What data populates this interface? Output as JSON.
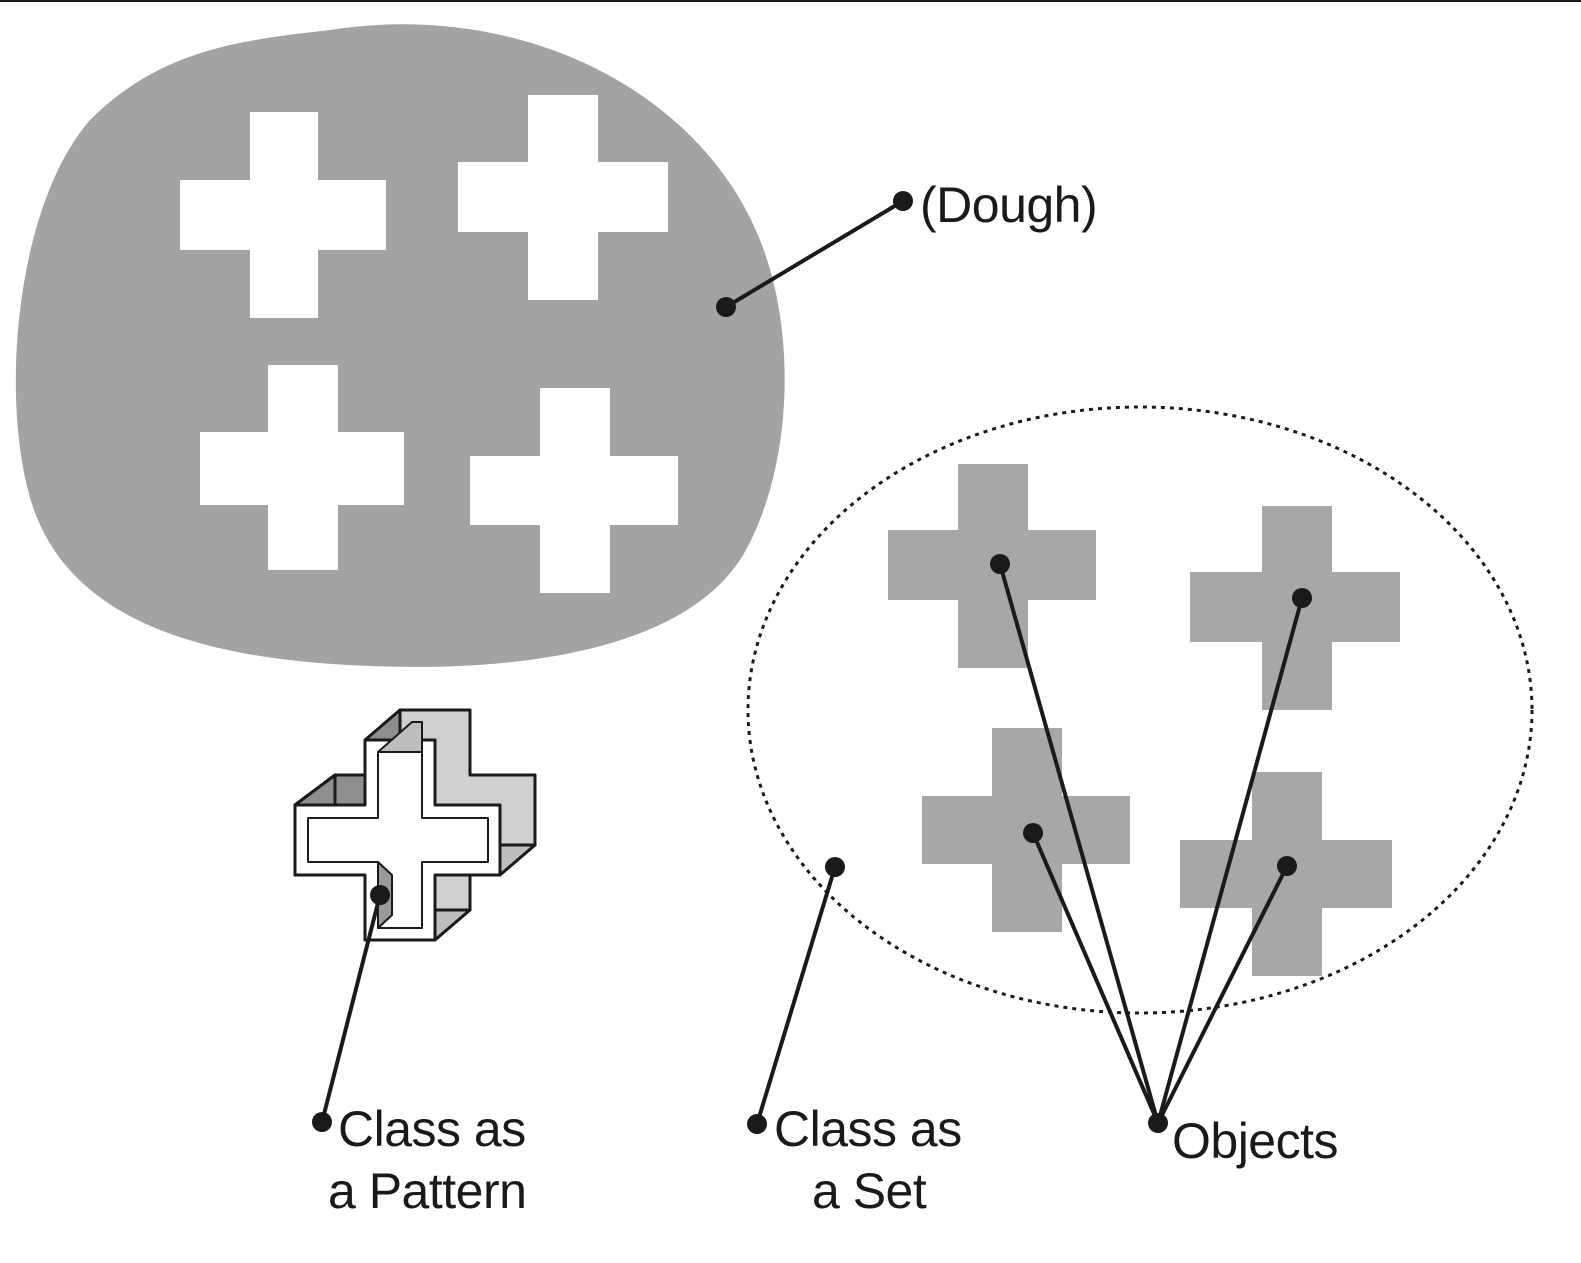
{
  "labels": {
    "dough": "(Dough)",
    "class_pattern_line1": "Class as",
    "class_pattern_line2": "a Pattern",
    "class_set_line1": "Class as",
    "class_set_line2": "a Set",
    "objects": "Objects"
  },
  "colors": {
    "background": "#ffffff",
    "dough_fill": "#a3a3a5",
    "cutout_fill": "#ffffff",
    "object_fill": "#a7a7a9",
    "line_color": "#1a1a1a",
    "frame_light": "#d0d0d2",
    "frame_mid": "#8e8e90"
  }
}
